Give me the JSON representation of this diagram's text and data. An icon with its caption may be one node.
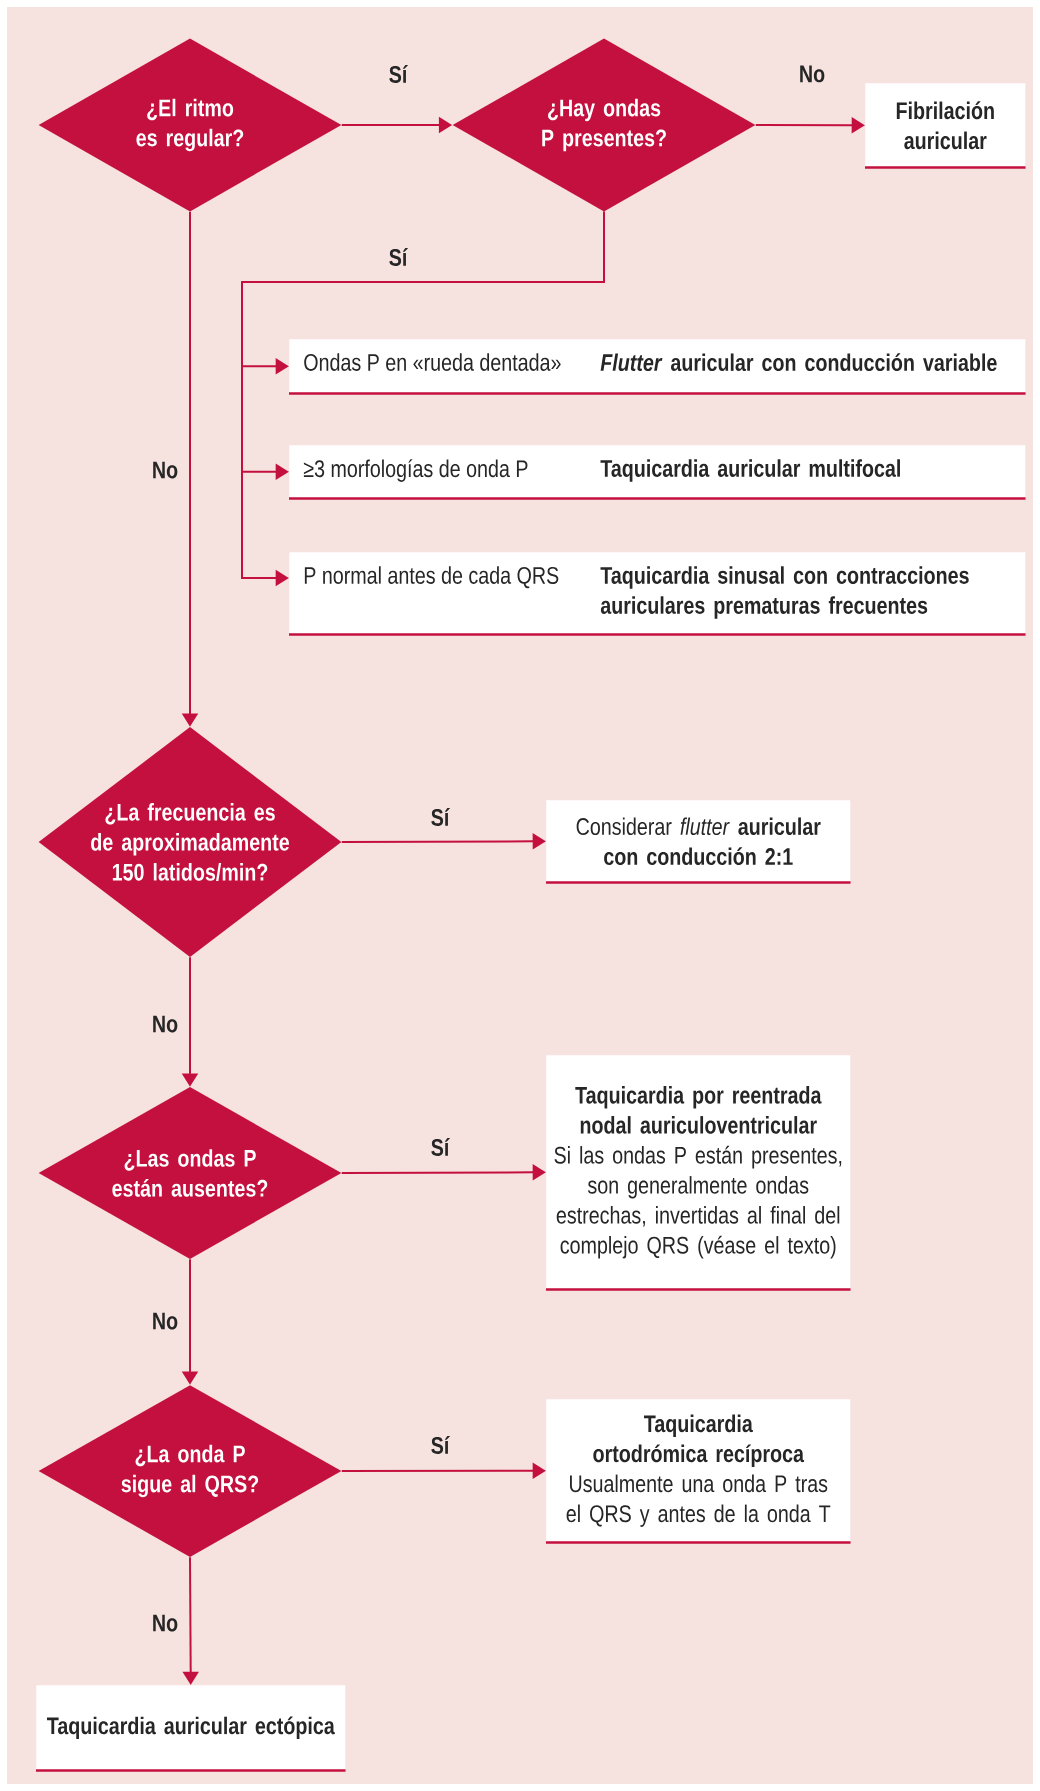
{
  "diagram": {
    "nodes": [
      {
        "text": [
          "¿El ritmo es regular?"
        ]
      },
      {
        "text": [
          "¿Hay ondas P presentes?"
        ]
      },
      {
        "text": [
          "Fibrilación auricular"
        ]
      },
      {
        "text": [
          "Ondas P en «rueda dentada»",
          "*Flutter* auricular con conducción variable"
        ]
      },
      {
        "text": [
          "≥3 morfologías de onda P",
          "Taquicardia auricular multifocal"
        ]
      },
      {
        "text": [
          "P normal antes de cada QRS",
          "Taquicardia sinusal con contracciones auriculares prematuras frecuentes"
        ]
      },
      {
        "text": [
          "¿La frecuencia es de aproximadamente 150 latidos/min?"
        ]
      },
      {
        "text": [
          "Considerar *flutter* **auricular con conducción 2:1**"
        ]
      },
      {
        "text": [
          "¿Las ondas P están ausentes?"
        ]
      },
      {
        "text": [
          "Taquicardia por reentrada nodal auriculoventricular",
          "Si las ondas P están presentes, son generalmente ondas estrechas, invertidas al final del complejo QRS (véase el texto)"
        ]
      },
      {
        "text": [
          "¿La onda P sigue al QRS?"
        ]
      },
      {
        "text": [
          "Taquicardia ortodrómica recíproca",
          "Usualmente una onda P tras el QRS y antes de la onda T"
        ]
      },
      {
        "text": [
          "Taquicardia auricular ectópica"
        ]
      }
    ],
    "edges": [
      {
        "from": 0,
        "to": 1,
        "arrow": "to",
        "label": "Sí"
      },
      {
        "from": 1,
        "to": 2,
        "arrow": "to",
        "label": "No"
      },
      {
        "from": 1,
        "to": 3,
        "arrow": "to",
        "label": "Sí"
      },
      {
        "from": 1,
        "to": 4,
        "arrow": "to"
      },
      {
        "from": 1,
        "to": 5,
        "arrow": "to"
      },
      {
        "from": 0,
        "to": 6,
        "arrow": "to",
        "label": "No"
      },
      {
        "from": 6,
        "to": 7,
        "arrow": "to",
        "label": "Sí"
      },
      {
        "from": 6,
        "to": 8,
        "arrow": "to",
        "label": "No"
      },
      {
        "from": 8,
        "to": 9,
        "arrow": "to",
        "label": "Sí"
      },
      {
        "from": 8,
        "to": 10,
        "arrow": "to",
        "label": "No"
      },
      {
        "from": 10,
        "to": 11,
        "arrow": "to",
        "label": "Sí"
      },
      {
        "from": 10,
        "to": 12,
        "arrow": "to",
        "label": "No"
      }
    ]
  }
}
